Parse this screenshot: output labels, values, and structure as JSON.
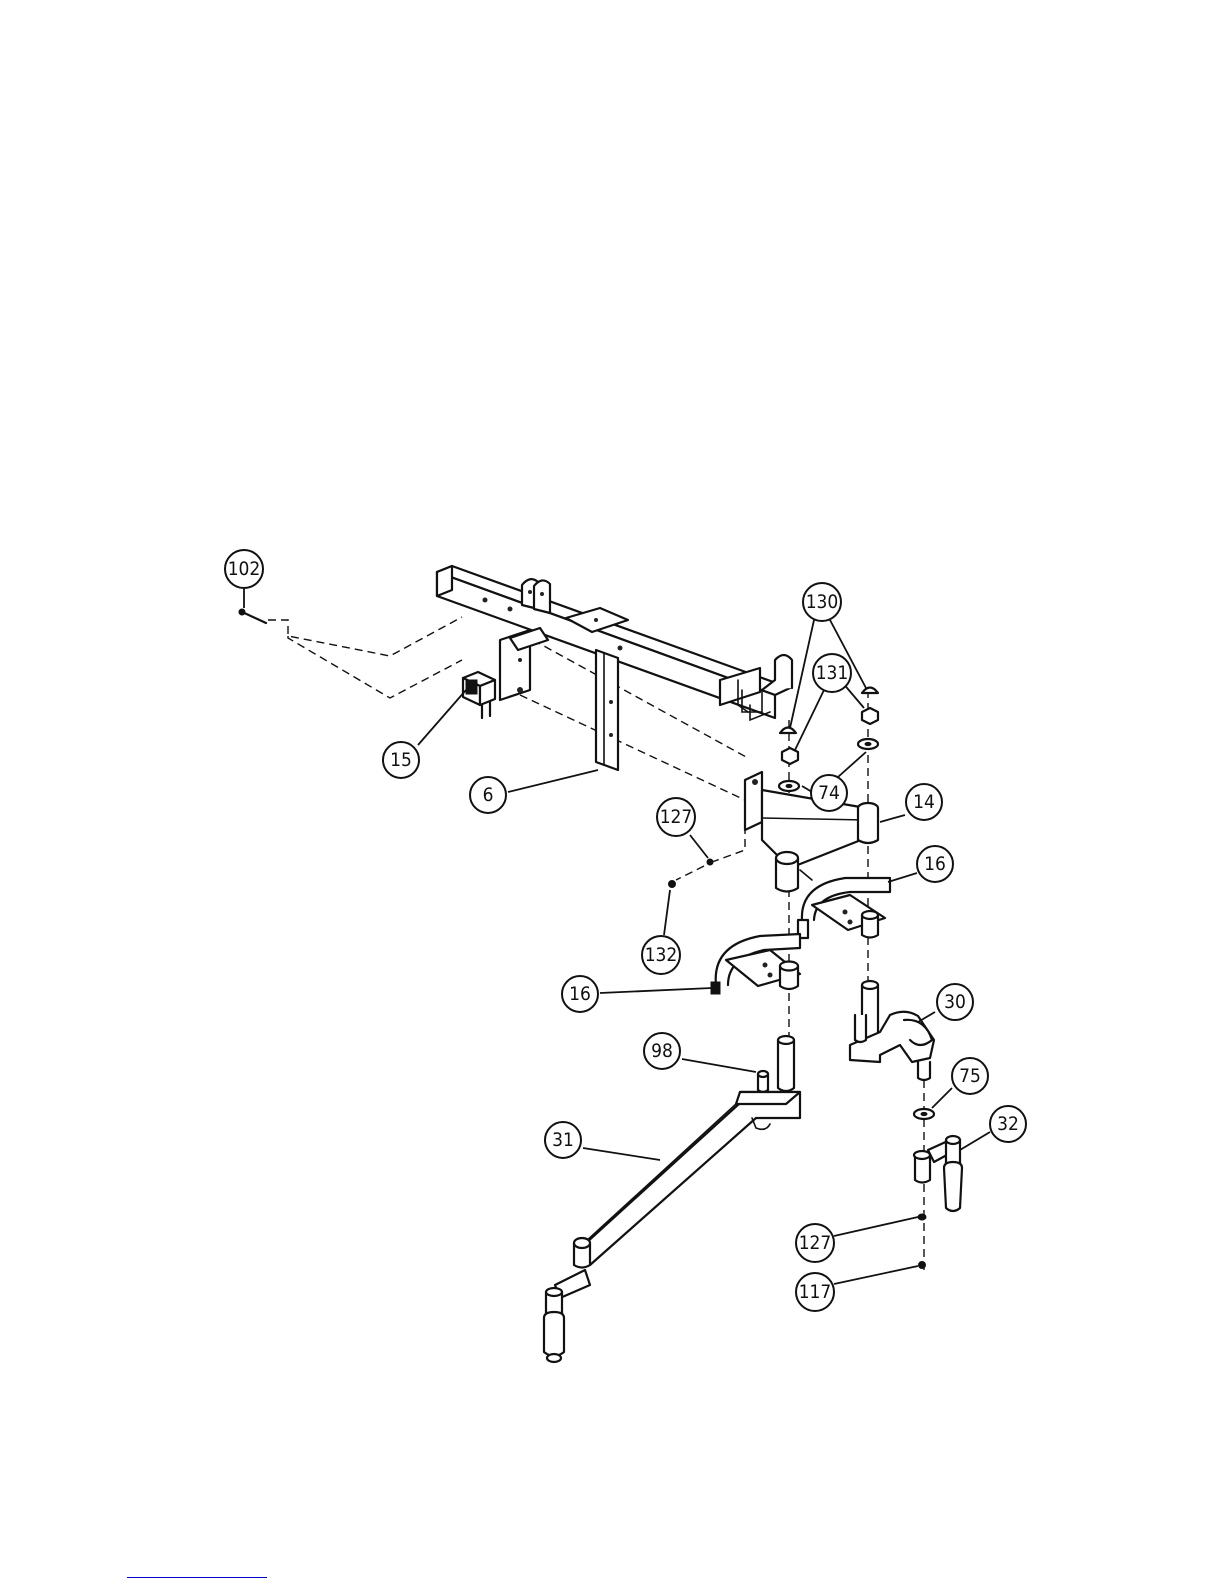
{
  "callouts": {
    "c102": "102",
    "c130": "130",
    "c131": "131",
    "c15": "15",
    "c6": "6",
    "c74": "74",
    "c14": "14",
    "c127a": "127",
    "c16a": "16",
    "c132": "132",
    "c16b": "16",
    "c30": "30",
    "c98": "98",
    "c75": "75",
    "c31": "31",
    "c32": "32",
    "c127b": "127",
    "c117": "117"
  }
}
